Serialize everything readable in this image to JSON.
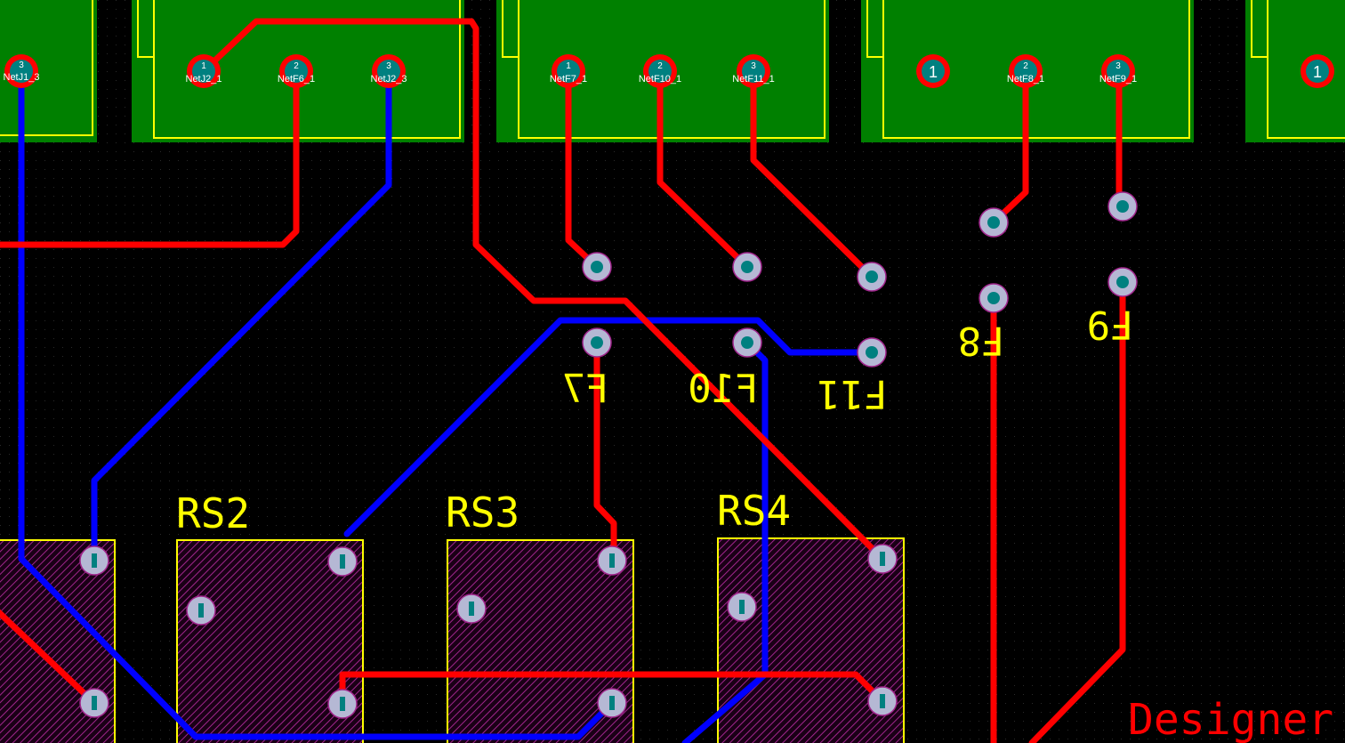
{
  "colors": {
    "background": "#000000",
    "top_copper": "#ff0000",
    "bottom_copper": "#0000ff",
    "silkscreen": "#ffff00",
    "connector_body": "#008000",
    "pad": "#008080",
    "pad_ring": "#ff0000",
    "via_ring": "#b5b8d4",
    "keepout_hatch": "#a0268c"
  },
  "connectors": [
    {
      "pins": [
        {
          "num": "3",
          "net": "NetJ1_3"
        }
      ]
    },
    {
      "pins": [
        {
          "num": "1",
          "net": "NetJ2_1"
        },
        {
          "num": "2",
          "net": "NetF6_1"
        },
        {
          "num": "3",
          "net": "NetJ2_3"
        }
      ]
    },
    {
      "pins": [
        {
          "num": "1",
          "net": "NetF7_1"
        },
        {
          "num": "2",
          "net": "NetF10_1"
        },
        {
          "num": "3",
          "net": "NetF11_1"
        }
      ]
    },
    {
      "pins": [
        {
          "num": "1",
          "net": ""
        },
        {
          "num": "2",
          "net": "NetF8_1"
        },
        {
          "num": "3",
          "net": "NetF9_1"
        }
      ]
    },
    {
      "pins": [
        {
          "num": "1",
          "net": ""
        }
      ]
    }
  ],
  "designators": {
    "rs2": "RS2",
    "rs3": "RS3",
    "rs4": "RS4",
    "f7": "F7",
    "f10": "F10",
    "f11": "F11",
    "f8": "F8",
    "f9": "F9"
  },
  "designer_label": "Designer"
}
